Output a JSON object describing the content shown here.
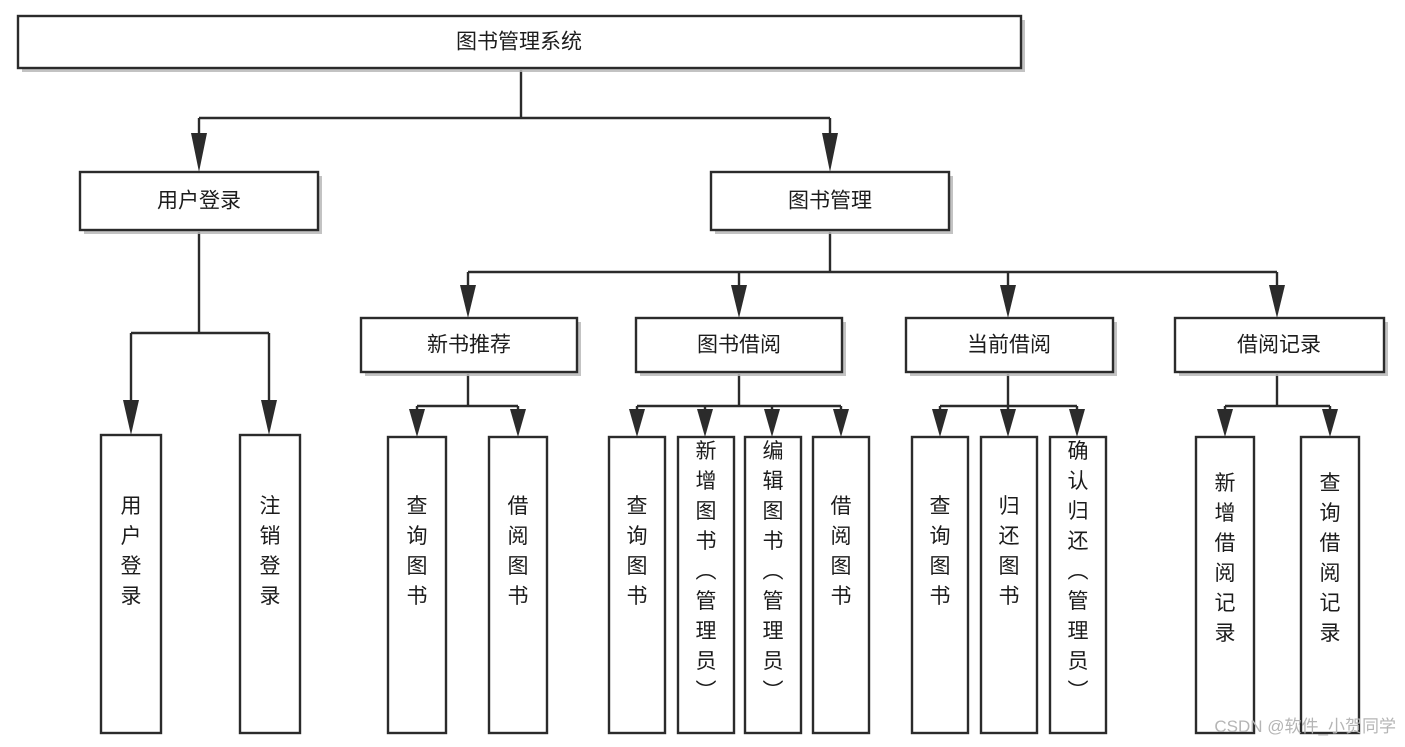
{
  "diagram": {
    "type": "tree",
    "title": "图书管理系统",
    "orientation": "top-down",
    "colors": {
      "background": "#ffffff",
      "box_fill": "#ffffff",
      "box_stroke": "#2b2b2b",
      "shadow": "#b8b8b8",
      "text": "#1c1c1c",
      "watermark": "#b5b5b5"
    },
    "root": {
      "label": "图书管理系统"
    },
    "level2": [
      {
        "label": "用户登录"
      },
      {
        "label": "图书管理"
      }
    ],
    "level3": [
      {
        "label": "新书推荐"
      },
      {
        "label": "图书借阅"
      },
      {
        "label": "当前借阅"
      },
      {
        "label": "借阅记录"
      }
    ],
    "leaves": {
      "user_login": [
        {
          "label": "用户登录"
        },
        {
          "label": "注销登录"
        }
      ],
      "new_book_recommend": [
        {
          "label": "查询图书"
        },
        {
          "label": "借阅图书"
        }
      ],
      "book_borrow": [
        {
          "label": "查询图书"
        },
        {
          "label": "新增图书（管理员）"
        },
        {
          "label": "编辑图书（管理员）"
        },
        {
          "label": "借阅图书"
        }
      ],
      "current_borrow": [
        {
          "label": "查询图书"
        },
        {
          "label": "归还图书"
        },
        {
          "label": "确认归还（管理员）"
        }
      ],
      "borrow_record": [
        {
          "label": "新增借阅记录"
        },
        {
          "label": "查询借阅记录"
        }
      ]
    }
  },
  "watermark": {
    "text": "CSDN @软件_小贺同学"
  }
}
